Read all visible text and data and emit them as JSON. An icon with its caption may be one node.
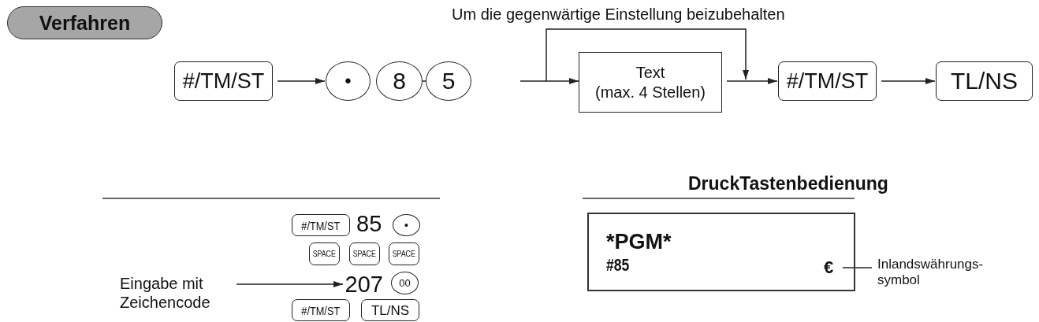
{
  "diagram": {
    "nodes": [
      {
        "text": [
          "Verfahren"
        ]
      },
      {
        "text": [
          "#/TM/ST"
        ]
      },
      {
        "text": [
          "•"
        ]
      },
      {
        "text": [
          "8"
        ]
      },
      {
        "text": [
          "5"
        ]
      },
      {
        "text": [
          "Text",
          "(max. 4 Stellen)"
        ]
      },
      {
        "text": [
          "#/TM/ST"
        ]
      },
      {
        "text": [
          "TL/NS"
        ]
      },
      {
        "text": [
          "#/TM/ST"
        ]
      },
      {
        "text": [
          "•"
        ]
      },
      {
        "text": [
          "SPACE"
        ]
      },
      {
        "text": [
          "SPACE"
        ]
      },
      {
        "text": [
          "SPACE"
        ]
      },
      {
        "text": [
          "207"
        ]
      },
      {
        "text": [
          "00"
        ]
      },
      {
        "text": [
          "#/TM/ST"
        ]
      },
      {
        "text": [
          "TL/NS"
        ]
      },
      {
        "text": [
          "Eingabe mit Zeichencode"
        ]
      },
      {
        "text": [
          "*PGM*",
          "#85"
        ]
      },
      {
        "text": [
          "€"
        ],
        "in": 18
      },
      {
        "text": [
          "Inlandswährungs- symbol"
        ]
      }
    ],
    "edges": [
      {
        "from": 1,
        "to": 2,
        "arrow": "to"
      },
      {
        "from": 3,
        "to": 4,
        "arrow": "none"
      },
      {
        "from": null,
        "to": 5,
        "arrow": "to"
      },
      {
        "from": null,
        "to": 6,
        "arrow": "to",
        "label": "Um die gegenwärtige Einstellung beizubehalten"
      },
      {
        "from": 5,
        "to": 6,
        "arrow": "to"
      },
      {
        "from": 6,
        "to": 7,
        "arrow": "to"
      },
      {
        "from": 17,
        "to": 13,
        "arrow": "to"
      },
      {
        "from": 20,
        "to": 19,
        "arrow": "none"
      }
    ],
    "labels": [
      "DruckTastenbedienung",
      "85"
    ]
  }
}
